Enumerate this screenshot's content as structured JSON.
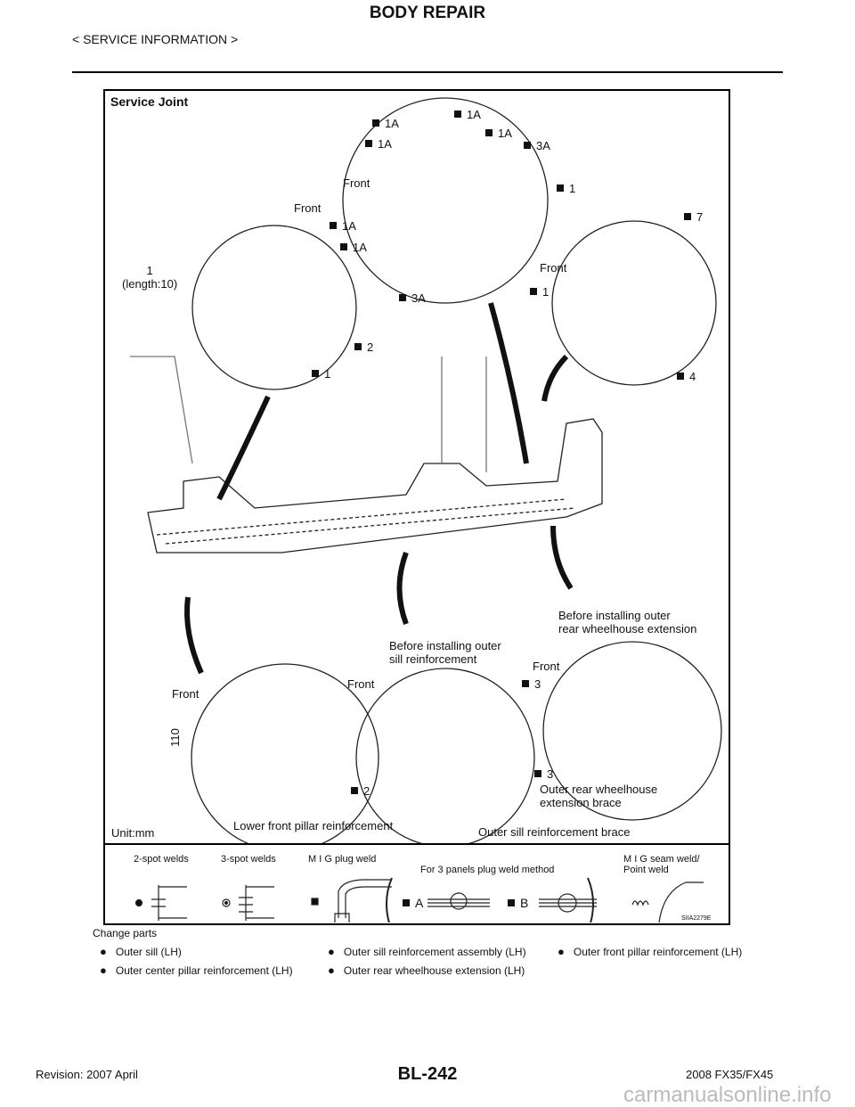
{
  "header": {
    "title": "BODY REPAIR",
    "section": "< SERVICE INFORMATION >"
  },
  "figure": {
    "title": "Service Joint",
    "labels": [
      "1A",
      "1A",
      "1A",
      "1A",
      "3A",
      "Front",
      "1",
      "Front",
      "1A",
      "1A",
      "1\n(length:10)",
      "3A",
      "7",
      "Front",
      "1",
      "2",
      "1",
      "4",
      "Before installing outer\nrear wheelhouse extension",
      "Before installing outer\nsill reinforcement",
      "Front",
      "Front",
      "3",
      "Front",
      "110",
      "2",
      "3",
      "Outer rear wheelhouse\nextension brace",
      "Unit:mm",
      "Lower front pillar reinforcement",
      "Outer sill reinforcement brace"
    ],
    "legend": {
      "two_spot": "2-spot welds",
      "three_spot": "3-spot welds",
      "mig_plug": "M I G plug weld",
      "three_panels": "For 3 panels plug weld method",
      "a": "A",
      "b": "B",
      "mig_seam": "M I G seam weld/\nPoint weld",
      "code": "SIIA2279E"
    }
  },
  "change_parts": {
    "title": "Change parts",
    "items": [
      "Outer sill (LH)",
      "Outer sill reinforcement assembly (LH)",
      "Outer front pillar reinforcement (LH)",
      "Outer center pillar reinforcement (LH)",
      "Outer rear wheelhouse extension (LH)"
    ]
  },
  "footer": {
    "revision": "Revision: 2007 April",
    "page": "BL-242",
    "model": "2008 FX35/FX45",
    "watermark": "carmanualsonline.info"
  }
}
